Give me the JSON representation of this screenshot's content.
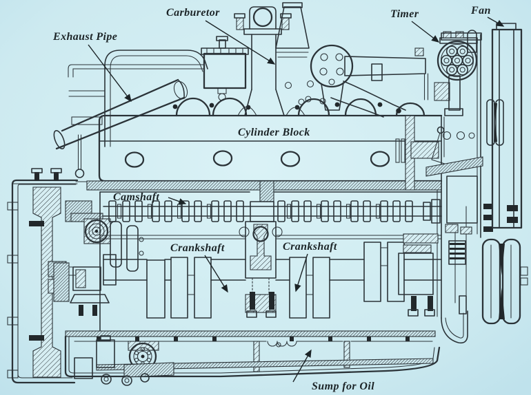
{
  "figure": {
    "kind": "engine-cutaway-diagram",
    "description": "Side cross-section line drawing of a six-cylinder automobile engine",
    "colors": {
      "background": "#cfeaf0",
      "ink": "#2b3338",
      "label_ink": "#1c2427"
    }
  },
  "diagram": {
    "labels": [
      {
        "id": "exhaust-pipe",
        "text": "Exhaust Pipe"
      },
      {
        "id": "carburetor",
        "text": "Carburetor"
      },
      {
        "id": "timer",
        "text": "Timer"
      },
      {
        "id": "fan",
        "text": "Fan"
      },
      {
        "id": "cylinder-block",
        "text": "Cylinder Block"
      },
      {
        "id": "camshaft",
        "text": "Camshaft"
      },
      {
        "id": "crankshaft-1",
        "text": "Crankshaft"
      },
      {
        "id": "crankshaft-2",
        "text": "Crankshaft"
      },
      {
        "id": "sump-for-oil",
        "text": "Sump for Oil"
      }
    ]
  }
}
